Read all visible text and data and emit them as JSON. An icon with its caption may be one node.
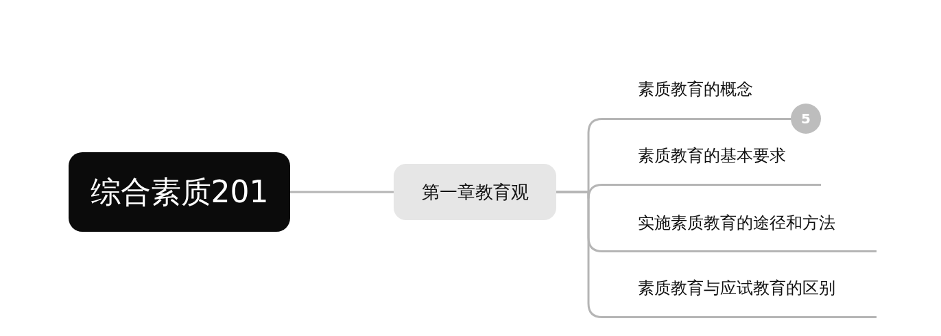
{
  "diagram": {
    "nodes": [
      {
        "text": [
          "综合素质201"
        ]
      },
      {
        "text": [
          "第一章教育观"
        ]
      },
      {
        "text": [
          "素质教育的概念"
        ],
        "beside": [
          "5"
        ]
      },
      {
        "text": [
          "素质教育的基本要求"
        ]
      },
      {
        "text": [
          "实施素质教育的途径和方法"
        ]
      },
      {
        "text": [
          "素质教育与应试教育的区别"
        ]
      }
    ],
    "edges": [
      {
        "from": 0,
        "to": 1,
        "arrow": "none"
      },
      {
        "from": 1,
        "to": 2,
        "arrow": "none"
      },
      {
        "from": 1,
        "to": 3,
        "arrow": "none"
      },
      {
        "from": 1,
        "to": 4,
        "arrow": "none"
      },
      {
        "from": 1,
        "to": 5,
        "arrow": "none"
      }
    ]
  }
}
